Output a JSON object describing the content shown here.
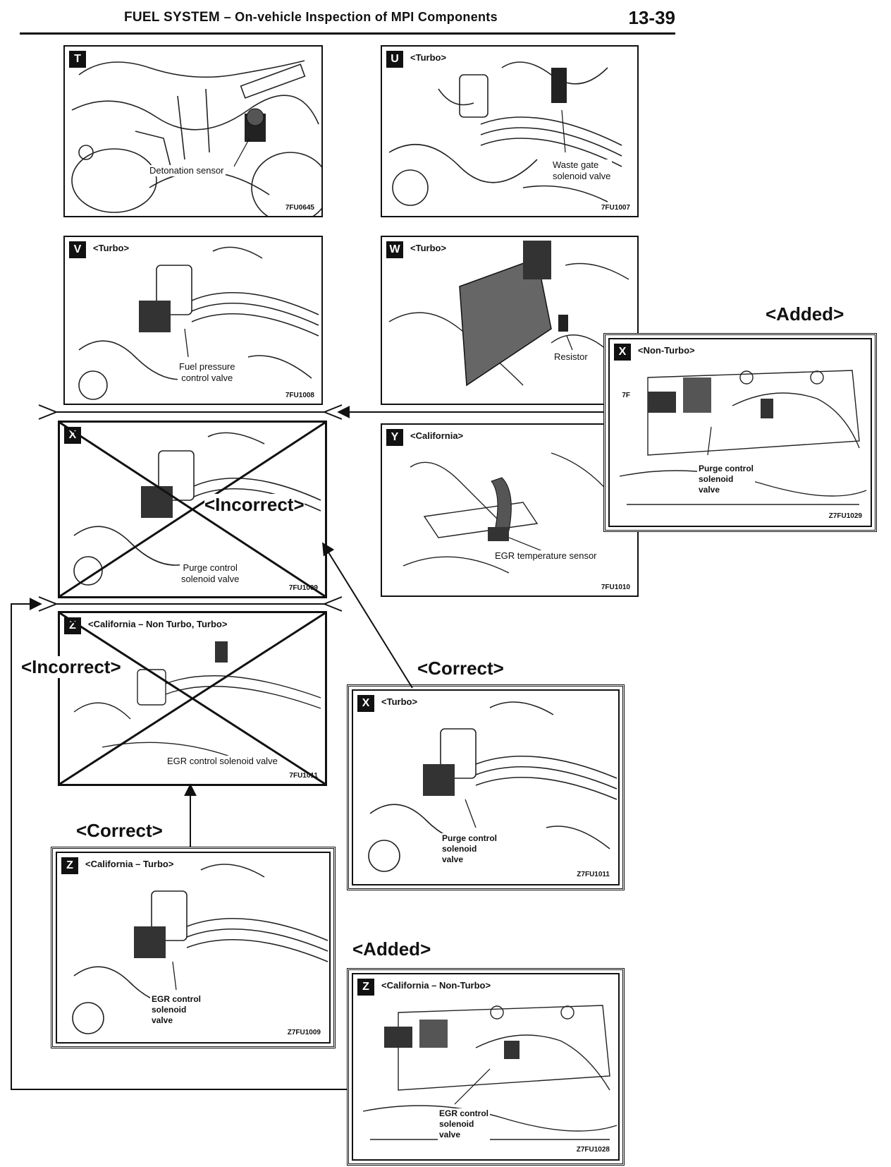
{
  "header": {
    "title_main": "FUEL SYSTEM",
    "title_sub": "– On-vehicle Inspection of MPI Components",
    "page_number": "13-39"
  },
  "panels": {
    "t": {
      "letter": "T",
      "qualifier": "",
      "caption": "Detonation sensor",
      "code": "7FU0645"
    },
    "u": {
      "letter": "U",
      "qualifier": "<Turbo>",
      "caption": "Waste gate\nsolenoid valve",
      "code": "7FU1007"
    },
    "v": {
      "letter": "V",
      "qualifier": "<Turbo>",
      "caption": "Fuel pressure\ncontrol valve",
      "code": "7FU1008"
    },
    "w": {
      "letter": "W",
      "qualifier": "<Turbo>",
      "caption": "Resistor",
      "code": "7F"
    },
    "x_old": {
      "letter": "X",
      "qualifier": "",
      "caption": "Purge control\nsolenoid valve",
      "code": "7FU1009"
    },
    "y": {
      "letter": "Y",
      "qualifier": "<California>",
      "caption": "EGR temperature sensor",
      "code": "7FU1010"
    },
    "z_old": {
      "letter": "Z",
      "qualifier": "<California – Non Turbo, Turbo>",
      "caption": "EGR control solenoid valve",
      "code": "7FU1011"
    },
    "x_added": {
      "letter": "X",
      "qualifier": "<Non-Turbo>",
      "caption": "Purge control\nsolenoid\nvalve",
      "code": "Z7FU1029"
    },
    "x_correct": {
      "letter": "X",
      "qualifier": "<Turbo>",
      "caption": "Purge control\nsolenoid\nvalve",
      "code": "Z7FU1011"
    },
    "z_correct": {
      "letter": "Z",
      "qualifier": "<California – Turbo>",
      "caption": "EGR control\nsolenoid\nvalve",
      "code": "Z7FU1009"
    },
    "z_added": {
      "letter": "Z",
      "qualifier": "<California – Non-Turbo>",
      "caption": "EGR control\nsolenoid\nvalve",
      "code": "Z7FU1028"
    }
  },
  "annotations": {
    "added_1": "<Added>",
    "added_2": "<Added>",
    "incorrect_1": "<Incorrect>",
    "incorrect_2": "<Incorrect>",
    "correct_1": "<Correct>",
    "correct_2": "<Correct>"
  }
}
